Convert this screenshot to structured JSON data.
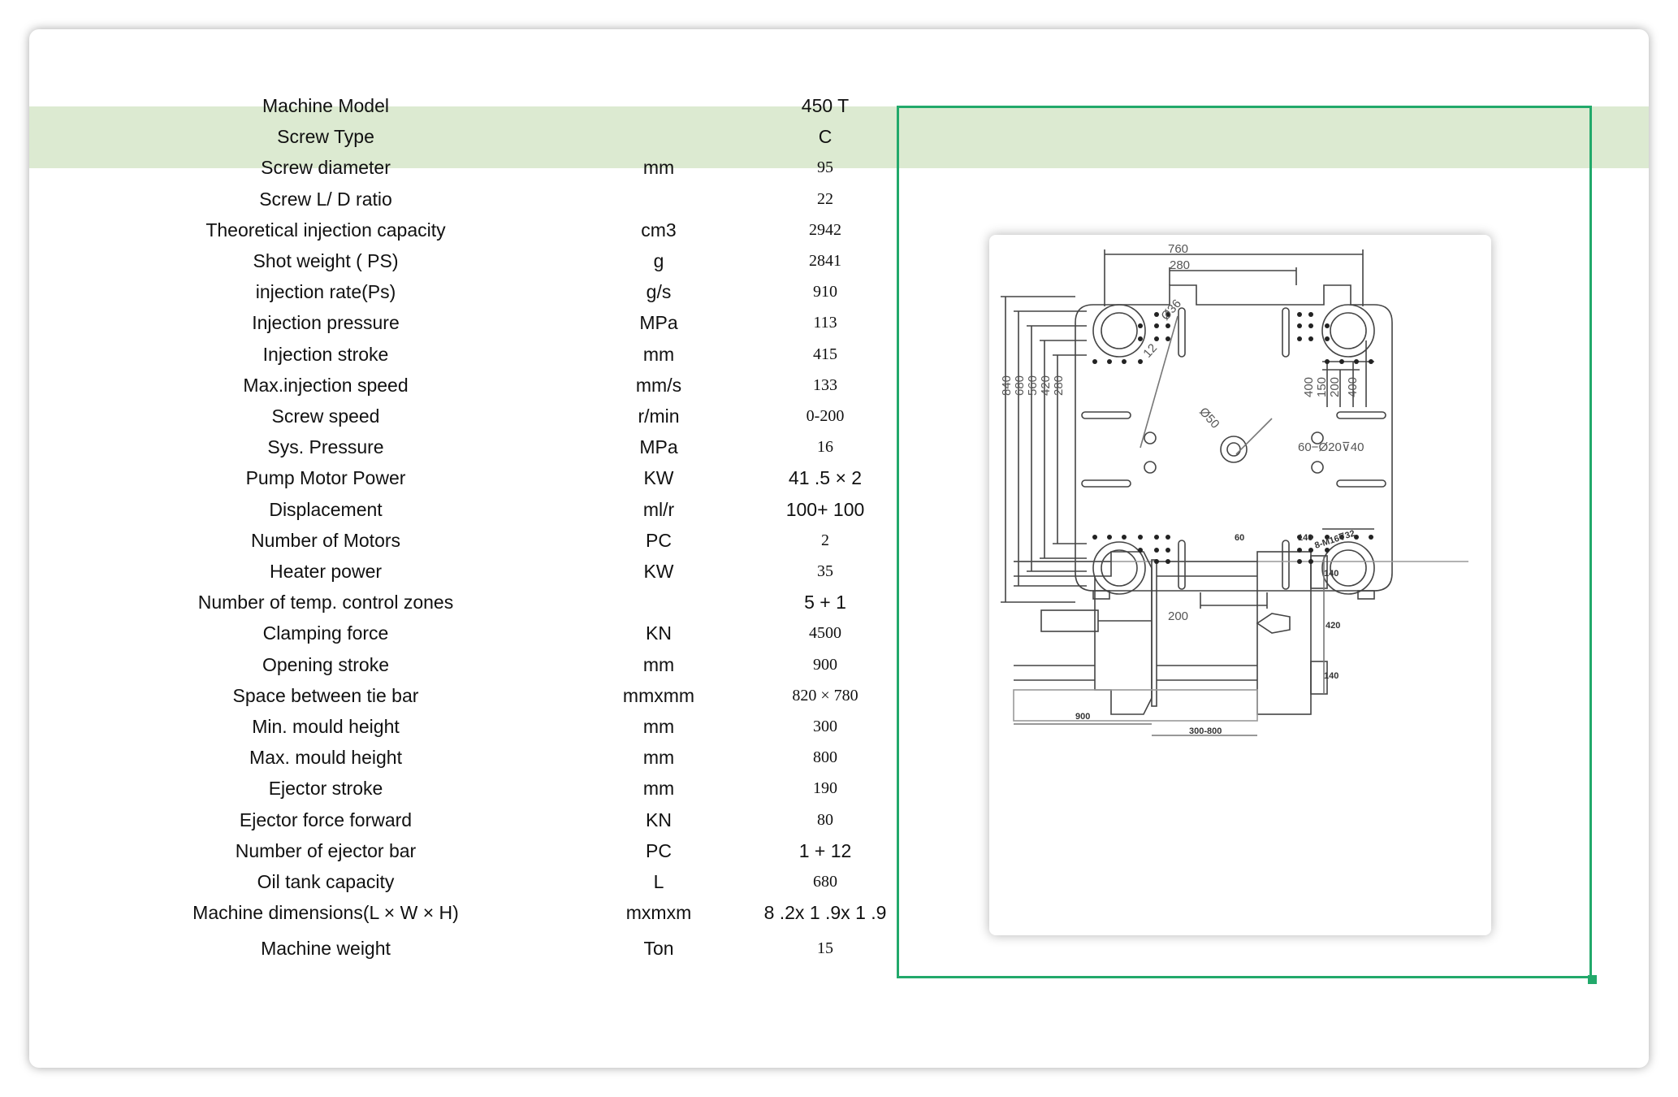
{
  "spec_table": {
    "header_rows": [
      {
        "name": "Machine Model",
        "unit": "",
        "value": "450 T"
      },
      {
        "name": "Screw  Type",
        "unit": "",
        "value": "C"
      }
    ],
    "rows": [
      {
        "name": "Screw diameter",
        "unit": "mm",
        "value": "95"
      },
      {
        "name": "Screw L/ D ratio",
        "unit": "",
        "value": "22"
      },
      {
        "name": "Theoretical injection capacity",
        "unit": "cm3",
        "value": "2942"
      },
      {
        "name": "Shot weight ( PS)",
        "unit": "g",
        "value": "2841"
      },
      {
        "name": "injection rate(Ps)",
        "unit": "g/s",
        "value": "910"
      },
      {
        "name": "Injection pressure",
        "unit": "MPa",
        "value": "113"
      },
      {
        "name": "Injection stroke",
        "unit": "mm",
        "value": "415"
      },
      {
        "name": "Max.injection speed",
        "unit": "mm/s",
        "value": "133"
      },
      {
        "name": "Screw speed",
        "unit": "r/min",
        "value": "0-200"
      },
      {
        "name": "Sys. Pressure",
        "unit": "MPa",
        "value": "16"
      },
      {
        "name": "Pump Motor Power",
        "unit": "KW",
        "value": "41 .5 × 2"
      },
      {
        "name": "Displacement",
        "unit": "ml/r",
        "value": "100+ 100"
      },
      {
        "name": "Number of Motors",
        "unit": "PC",
        "value": "2"
      },
      {
        "name": "Heater power",
        "unit": "KW",
        "value": "35"
      },
      {
        "name": "Number of temp. control zones",
        "unit": "",
        "value": "5 + 1"
      },
      {
        "name": "Clamping force",
        "unit": "KN",
        "value": "4500"
      },
      {
        "name": "Opening stroke",
        "unit": "mm",
        "value": "900"
      },
      {
        "name": "Space between tie bar",
        "unit": "mmxmm",
        "value": "820 × 780"
      },
      {
        "name": "Min. mould height",
        "unit": "mm",
        "value": "300"
      },
      {
        "name": "Max. mould height",
        "unit": "mm",
        "value": "800"
      },
      {
        "name": "Ejector stroke",
        "unit": "mm",
        "value": "190"
      },
      {
        "name": "Ejector force forward",
        "unit": "KN",
        "value": "80"
      },
      {
        "name": "Number of ejector bar",
        "unit": "PC",
        "value": "1 + 12"
      },
      {
        "name": "Oil tank capacity",
        "unit": "L",
        "value": "680"
      },
      {
        "name": "Machine dimensions(L × W × H)",
        "unit": "mxmxm",
        "value": "8 .2x 1 .9x 1 .9"
      },
      {
        "name": "Machine weight",
        "unit": "Ton",
        "value": "15"
      }
    ]
  },
  "drawing": {
    "platen_labels": {
      "width_760": "760",
      "width_280": "280",
      "bottom_200": "200",
      "h_840": "840",
      "h_680": "680",
      "h_560": "560",
      "h_420": "420",
      "h_280": "280",
      "r_400a": "400",
      "r_150": "150",
      "r_200": "200",
      "r_400b": "400",
      "dia_36": "Ø36",
      "dim_12": "12",
      "dia_50": "Ø50",
      "hole_note": "60−Ø20⊽40"
    },
    "side_labels": {
      "top_60": "60",
      "top_140": "140",
      "bolt_note": "8-M16⊽32",
      "r_140a": "140",
      "r_420": "420",
      "r_140b": "140",
      "bottom_900": "900",
      "bottom_300_800": "300-800"
    },
    "colors": {
      "line": "#444444",
      "frame": "#22a96b",
      "band": "#dcead1"
    }
  }
}
